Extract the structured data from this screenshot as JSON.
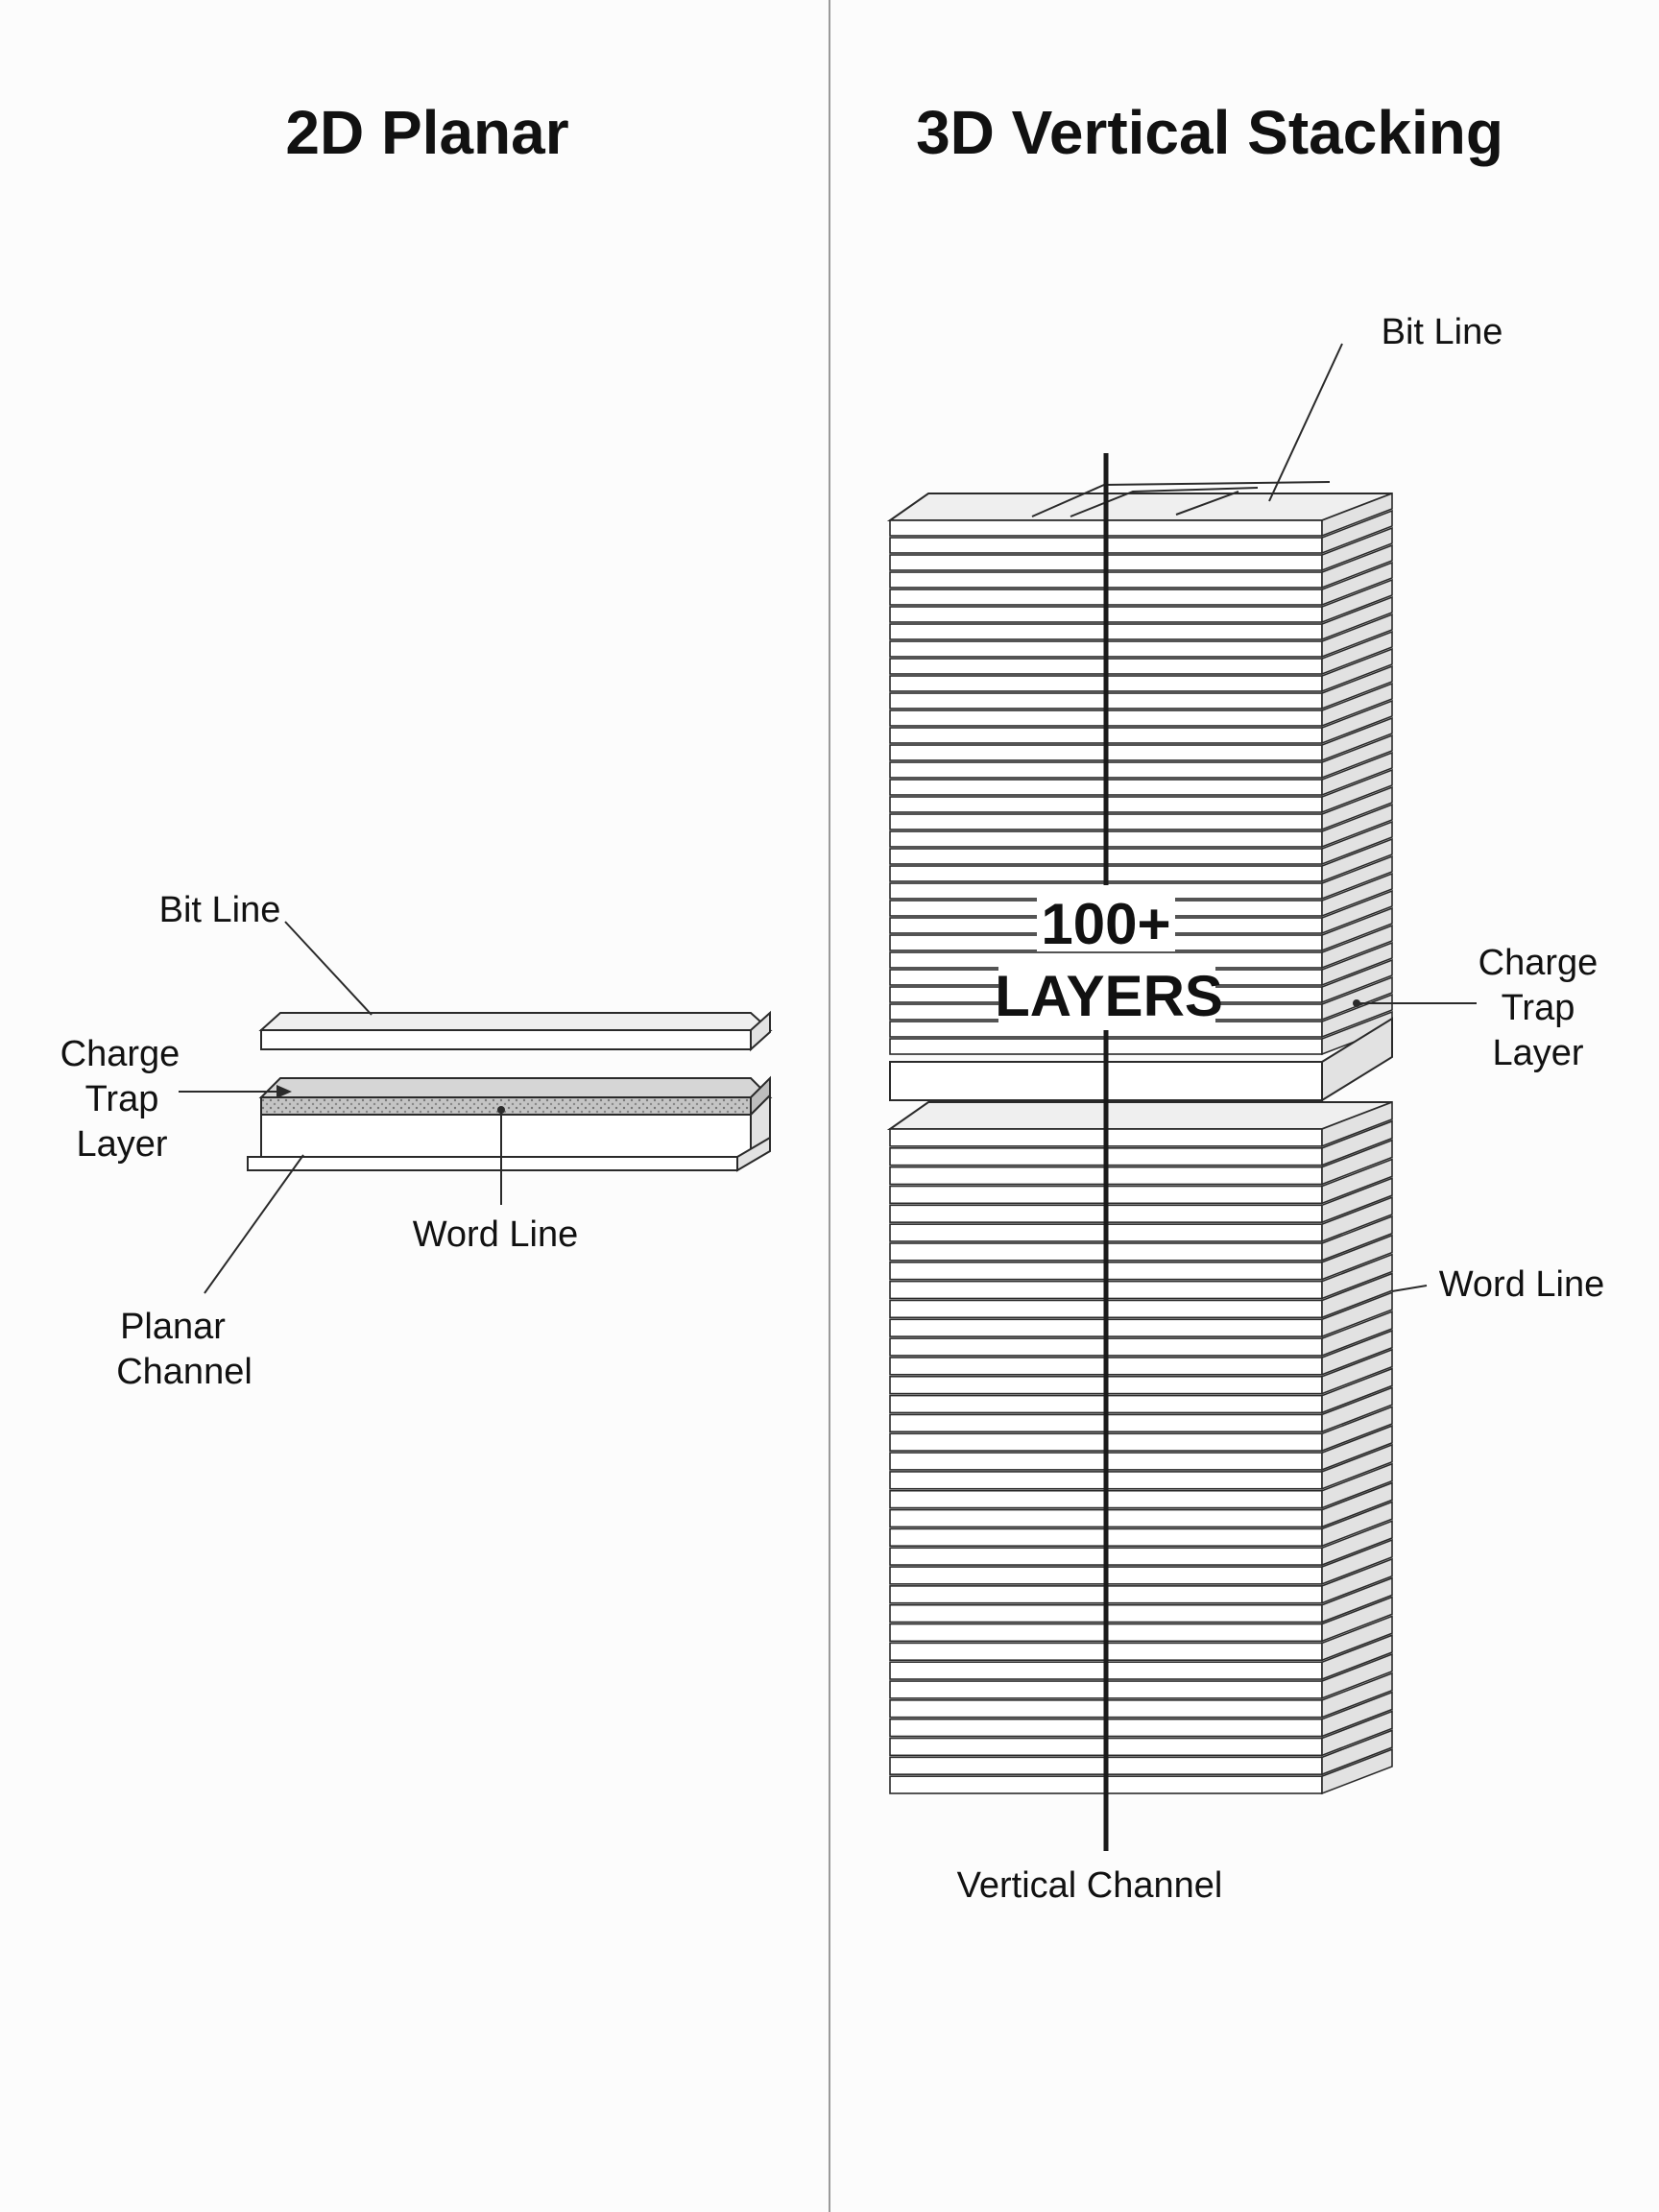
{
  "left_panel": {
    "title": "2D Planar",
    "labels": {
      "bit_line": "Bit Line",
      "charge_trap": [
        "Charge",
        "Trap",
        "Layer"
      ],
      "word_line": "Word Line",
      "planar_channel": [
        "Planar",
        "Channel"
      ]
    }
  },
  "right_panel": {
    "title": "3D Vertical Stacking",
    "labels": {
      "bit_line": "Bit Line",
      "charge_trap": [
        "Charge",
        "Trap",
        "Layer"
      ],
      "word_line": "Word Line",
      "vertical_channel": "Vertical Channel"
    },
    "badge": [
      "100+",
      "LAYERS"
    ],
    "upper_stack_layers": 31,
    "lower_stack_layers": 35
  },
  "colors": {
    "line": "#2a2a2a",
    "fill": "#ffffff",
    "side": "#e2e2e2",
    "top": "#efefef",
    "trap": "#b9b9b9",
    "divider": "#9a9a9a"
  }
}
